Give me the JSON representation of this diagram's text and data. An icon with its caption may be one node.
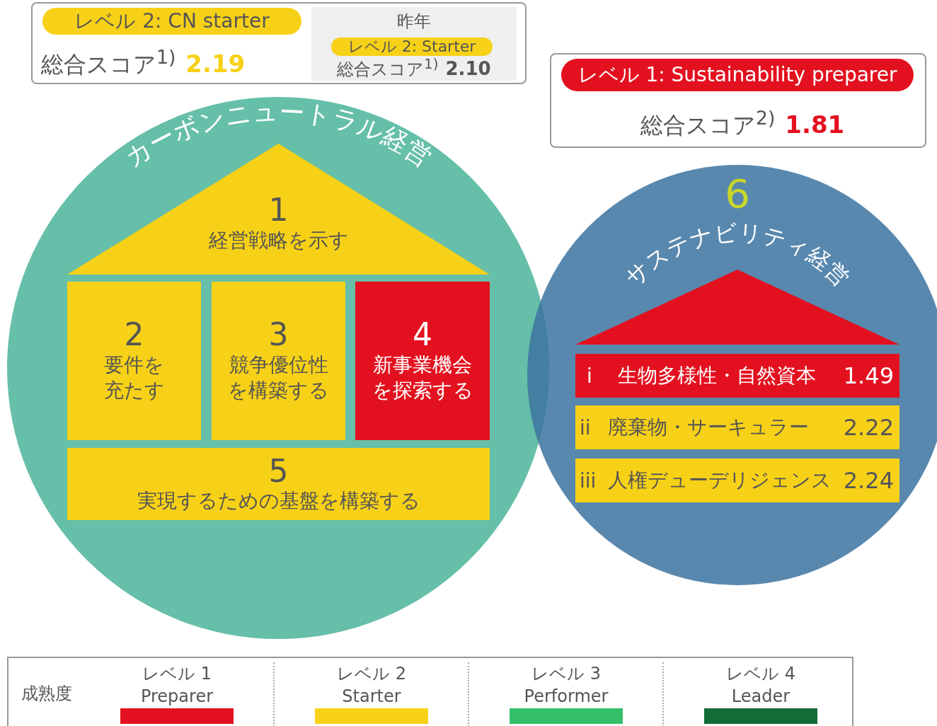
{
  "diagram": {
    "nodes": [
      {
        "text": [
          "総合スコア$^{1)}$",
          "2.19"
        ]
      },
      {
        "text": [
          "レベル 2: CN starter"
        ],
        "in": 0
      },
      {
        "text": [
          "昨年",
          "総合スコア$^{1)}$",
          "2.10"
        ],
        "in": 0
      },
      {
        "text": [
          "レベル 2: Starter"
        ],
        "in": 2
      },
      {
        "text": [
          "総合スコア$^{2)}$",
          "1.81"
        ]
      },
      {
        "text": [
          "レベル 1: Sustainability preparer"
        ],
        "in": 4
      },
      {
        "text": [
          "カーボンニュートラル経営"
        ]
      },
      {
        "text": [
          "1",
          "経営戦略を示す"
        ],
        "in": 6
      },
      {
        "text": [
          "2",
          "要件を充たす"
        ],
        "in": 6
      },
      {
        "text": [
          "3",
          "競争優位性を構築する"
        ],
        "in": 6
      },
      {
        "text": [
          "4",
          "新事業機会を探索する"
        ],
        "in": 6
      },
      {
        "text": [
          "5",
          "実現するための基盤を構築する"
        ],
        "in": 6
      },
      {
        "text": [
          "6",
          "サステナビリティ経営"
        ]
      },
      {
        "text": [],
        "shape": "triangle",
        "in": 12
      },
      {
        "text": [
          "i",
          "生物多様性・自然資本",
          "1.49"
        ],
        "in": 12
      },
      {
        "text": [
          "ii",
          "廃棄物・サーキュラー",
          "2.22"
        ],
        "in": 12
      },
      {
        "text": [
          "iii",
          "人権デューデリジェンス",
          "2.24"
        ],
        "in": 12
      }
    ],
    "labels": [
      "成熟度"
    ],
    "legend": [
      {
        "text": "レベル 1 Preparer",
        "color": "#e3111f"
      },
      {
        "text": "レベル 2 Starter",
        "color": "#f7d117"
      },
      {
        "text": "レベル 3 Performer",
        "color": "#34c06a"
      },
      {
        "text": "レベル 4 Leader",
        "color": "#136b35"
      }
    ]
  }
}
